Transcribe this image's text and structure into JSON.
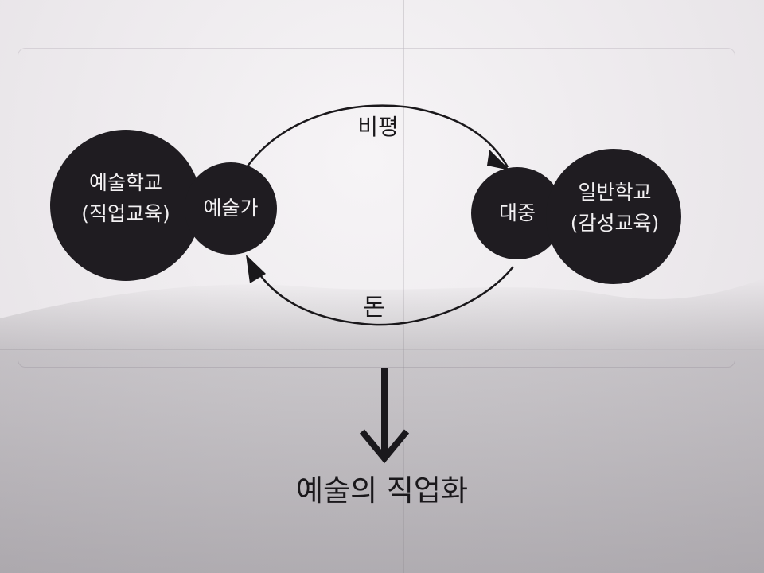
{
  "nodes": {
    "art_school": {
      "line1": "예술학교",
      "line2": "(직업교육)"
    },
    "artist": {
      "label": "예술가"
    },
    "public": {
      "label": "대중"
    },
    "general_school": {
      "line1": "일반학교",
      "line2": "(감성교육)"
    }
  },
  "edges": {
    "critique": {
      "label": "비평"
    },
    "money": {
      "label": "돈"
    }
  },
  "result": {
    "label": "예술의 직업화"
  },
  "colors": {
    "node_fill": "#1f1c21",
    "node_text": "#f2f0f2",
    "line": "#1a181b",
    "paper": "#eeebee"
  }
}
